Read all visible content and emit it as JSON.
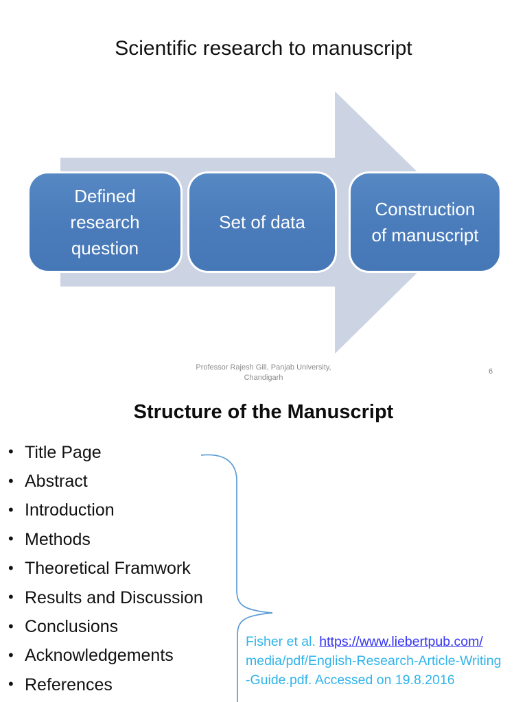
{
  "slide1": {
    "title": "Scientific research to manuscript",
    "flow_boxes": [
      {
        "label": "Defined research question"
      },
      {
        "label": "Set of data"
      },
      {
        "label": "Construction of manuscript"
      }
    ],
    "footer": {
      "line1": "Professor Rajesh Gill, Panjab University,",
      "line2": "Chandigarh",
      "page_number": "6"
    },
    "colors": {
      "box_fill": "#4a7bba",
      "arrow_fill": "#ccd4e4"
    }
  },
  "slide2": {
    "title": "Structure of the Manuscript",
    "bullets": [
      "Title Page",
      "Abstract",
      "Introduction",
      "Methods",
      "Theoretical Framwork",
      "Results and Discussion",
      "Conclusions",
      "Acknowledgements",
      "References"
    ],
    "citation": {
      "line1_prefix": "Fisher et al. ",
      "line1_link": "https://www.liebertpub.com/",
      "line2": "media/pdf/English-Research-Article-Writing",
      "line3": "-Guide.pdf. Accessed on 19.8.2016"
    },
    "colors": {
      "citation_text": "#2fb3ea",
      "link": "#3333f2",
      "brace": "#5b9bd5"
    }
  }
}
